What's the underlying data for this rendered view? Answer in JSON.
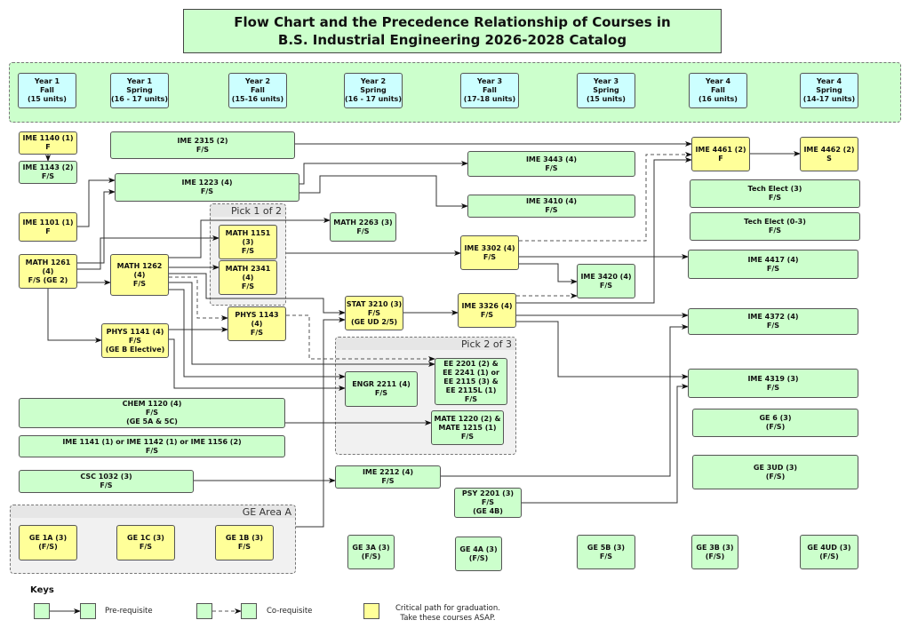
{
  "title": {
    "line1": "Flow Chart and the Precedence Relationship of Courses in",
    "line2": "B.S. Industrial Engineering 2026-2028 Catalog"
  },
  "terms": [
    {
      "year": "Year 1",
      "term": "Fall",
      "units": "(15 units)"
    },
    {
      "year": "Year 1",
      "term": "Spring",
      "units": "(16 - 17 units)"
    },
    {
      "year": "Year 2",
      "term": "Fall",
      "units": "(15-16 units)"
    },
    {
      "year": "Year 2",
      "term": "Spring",
      "units": "(16 - 17 units)"
    },
    {
      "year": "Year 3",
      "term": "Fall",
      "units": "(17-18 units)"
    },
    {
      "year": "Year 3",
      "term": "Spring",
      "units": "(15 units)"
    },
    {
      "year": "Year 4",
      "term": "Fall",
      "units": "(16 units)"
    },
    {
      "year": "Year 4",
      "term": "Spring",
      "units": "(14-17 units)"
    }
  ],
  "groups": {
    "pick1of2": "Pick 1 of 2",
    "pick2of3": "Pick 2 of 3",
    "geAreaA": "GE Area A"
  },
  "colors": {
    "regular": "#ccffcc",
    "critical": "#ffff99",
    "term": "#ccffff"
  },
  "courses": {
    "ime1140": {
      "lines": [
        "IME 1140 (1)",
        "F"
      ],
      "critical": true
    },
    "ime1143": {
      "lines": [
        "IME 1143 (2)",
        "F/S"
      ],
      "critical": false
    },
    "ime1101": {
      "lines": [
        "IME 1101 (1)",
        "F"
      ],
      "critical": true
    },
    "math1261": {
      "lines": [
        "MATH 1261 (4)",
        "F/S (GE 2)"
      ],
      "critical": true
    },
    "ime2315": {
      "lines": [
        "IME 2315 (2)",
        "F/S"
      ],
      "critical": false
    },
    "ime1223": {
      "lines": [
        "IME 1223 (4)",
        "F/S"
      ],
      "critical": false
    },
    "math1262": {
      "lines": [
        "MATH 1262 (4)",
        "F/S"
      ],
      "critical": true
    },
    "phys1141": {
      "lines": [
        "PHYS 1141 (4)",
        "F/S",
        "(GE B Elective)"
      ],
      "critical": true
    },
    "math1151": {
      "lines": [
        "MATH 1151 (3)",
        "F/S"
      ],
      "critical": true
    },
    "math2341": {
      "lines": [
        "MATH 2341 (4)",
        "F/S"
      ],
      "critical": true
    },
    "phys1143": {
      "lines": [
        "PHYS 1143 (4)",
        "F/S"
      ],
      "critical": true
    },
    "math2263": {
      "lines": [
        "MATH 2263 (3)",
        "F/S"
      ],
      "critical": false
    },
    "stat3210": {
      "lines": [
        "STAT 3210 (3)",
        "F/S",
        "(GE UD 2/5)"
      ],
      "critical": true
    },
    "engr2211": {
      "lines": [
        "ENGR 2211 (4)",
        "F/S"
      ],
      "critical": false
    },
    "ee2201": {
      "lines": [
        "EE 2201 (2) &",
        "EE 2241 (1) or",
        "EE 2115 (3) &",
        "EE 2115L (1)",
        "F/S"
      ],
      "critical": false
    },
    "mate1220": {
      "lines": [
        "MATE 1220 (2) &",
        "MATE 1215 (1)",
        "F/S"
      ],
      "critical": false
    },
    "chem1120": {
      "lines": [
        "CHEM 1120 (4)",
        "F/S",
        "(GE 5A & 5C)"
      ],
      "critical": false
    },
    "ime1141": {
      "lines": [
        "IME 1141 (1) or IME 1142 (1) or IME 1156 (2)",
        "F/S"
      ],
      "critical": false
    },
    "csc1032": {
      "lines": [
        "CSC 1032 (3)",
        "F/S"
      ],
      "critical": false
    },
    "ime2212": {
      "lines": [
        "IME 2212 (4)",
        "F/S"
      ],
      "critical": false
    },
    "psy2201": {
      "lines": [
        "PSY 2201 (3)",
        "F/S",
        "(GE 4B)"
      ],
      "critical": false
    },
    "ime3443": {
      "lines": [
        "IME 3443 (4)",
        "F/S"
      ],
      "critical": false
    },
    "ime3410": {
      "lines": [
        "IME 3410 (4)",
        "F/S"
      ],
      "critical": false
    },
    "ime3302": {
      "lines": [
        "IME 3302 (4)",
        "F/S"
      ],
      "critical": true
    },
    "ime3326": {
      "lines": [
        "IME 3326 (4)",
        "F/S"
      ],
      "critical": true
    },
    "ime3420": {
      "lines": [
        "IME 3420 (4)",
        "F/S"
      ],
      "critical": false
    },
    "ime4461": {
      "lines": [
        "IME 4461 (2)",
        "F"
      ],
      "critical": true
    },
    "ime4462": {
      "lines": [
        "IME 4462 (2)",
        "S"
      ],
      "critical": true
    },
    "techElect3": {
      "lines": [
        "Tech Elect (3)",
        "F/S"
      ],
      "critical": false
    },
    "techElect03": {
      "lines": [
        "Tech Elect (0-3)",
        "F/S"
      ],
      "critical": false
    },
    "ime4417": {
      "lines": [
        "IME 4417 (4)",
        "F/S"
      ],
      "critical": false
    },
    "ime4372": {
      "lines": [
        "IME 4372 (4)",
        "F/S"
      ],
      "critical": false
    },
    "ime4319": {
      "lines": [
        "IME 4319 (3)",
        "F/S"
      ],
      "critical": false
    },
    "ge6": {
      "lines": [
        "GE 6 (3)",
        "(F/S)"
      ],
      "critical": false
    },
    "ge3ud": {
      "lines": [
        "GE 3UD (3)",
        "(F/S)"
      ],
      "critical": false
    },
    "ge1a": {
      "lines": [
        "GE 1A (3)",
        "(F/S)"
      ],
      "critical": true
    },
    "ge1c": {
      "lines": [
        "GE 1C (3)",
        "F/S"
      ],
      "critical": true
    },
    "ge1b": {
      "lines": [
        "GE 1B (3)",
        "F/S"
      ],
      "critical": true
    },
    "ge3a": {
      "lines": [
        "GE 3A (3)",
        "(F/S)"
      ],
      "critical": false
    },
    "ge4a": {
      "lines": [
        "GE 4A (3)",
        "(F/S)"
      ],
      "critical": false
    },
    "ge5b": {
      "lines": [
        "GE 5B (3)",
        "F/S"
      ],
      "critical": false
    },
    "ge3b": {
      "lines": [
        "GE 3B (3)",
        "(F/S)"
      ],
      "critical": false
    },
    "ge4ud": {
      "lines": [
        "GE 4UD (3)",
        "(F/S)"
      ],
      "critical": false
    }
  },
  "relations": [
    {
      "from": "ime1140",
      "to": "ime1143",
      "type": "prerequisite"
    },
    {
      "from": "ime1101",
      "to": "ime1223",
      "type": "prerequisite"
    },
    {
      "from": "math1261",
      "to": "ime1223",
      "type": "prerequisite"
    },
    {
      "from": "math1261",
      "to": "math1151",
      "type": "prerequisite"
    },
    {
      "from": "math1261",
      "to": "math1262",
      "type": "prerequisite"
    },
    {
      "from": "math1261",
      "to": "phys1141",
      "type": "prerequisite"
    },
    {
      "from": "math1262",
      "to": "math2341",
      "type": "prerequisite"
    },
    {
      "from": "math1262",
      "to": "math2263",
      "type": "prerequisite"
    },
    {
      "from": "math1262",
      "to": "phys1143",
      "type": "corequisite"
    },
    {
      "from": "math1262",
      "to": "stat3210",
      "type": "prerequisite"
    },
    {
      "from": "math1262",
      "to": "ee2201",
      "type": "prerequisite"
    },
    {
      "from": "math1262",
      "to": "engr2211",
      "type": "prerequisite"
    },
    {
      "from": "phys1141",
      "to": "phys1143",
      "type": "prerequisite"
    },
    {
      "from": "phys1141",
      "to": "engr2211",
      "type": "prerequisite"
    },
    {
      "from": "phys1143",
      "to": "ee2201",
      "type": "corequisite"
    },
    {
      "from": "pick1of2",
      "to": "ime3302",
      "type": "prerequisite"
    },
    {
      "from": "ime2315",
      "to": "ime4461",
      "type": "prerequisite"
    },
    {
      "from": "ime1223",
      "to": "ime3443",
      "type": "prerequisite"
    },
    {
      "from": "ime1223",
      "to": "ime3410",
      "type": "prerequisite"
    },
    {
      "from": "stat3210",
      "to": "ime3326",
      "type": "prerequisite"
    },
    {
      "from": "ge_area_a",
      "to": "stat3210",
      "type": "prerequisite"
    },
    {
      "from": "chem1120",
      "to": "mate1220",
      "type": "prerequisite"
    },
    {
      "from": "csc1032",
      "to": "ime2212",
      "type": "prerequisite"
    },
    {
      "from": "ime3302",
      "to": "ime4461",
      "type": "corequisite"
    },
    {
      "from": "ime3302",
      "to": "ime4417",
      "type": "prerequisite"
    },
    {
      "from": "ime3302",
      "to": "ime3420",
      "type": "prerequisite"
    },
    {
      "from": "ime3326",
      "to": "ime3420",
      "type": "corequisite"
    },
    {
      "from": "ime3326",
      "to": "ime4461",
      "type": "prerequisite"
    },
    {
      "from": "ime3326",
      "to": "ime4372",
      "type": "prerequisite"
    },
    {
      "from": "ime3326",
      "to": "ime4319",
      "type": "prerequisite"
    },
    {
      "from": "ime2212",
      "to": "ime4372",
      "type": "prerequisite"
    },
    {
      "from": "psy2201",
      "to": "ime4319",
      "type": "prerequisite"
    },
    {
      "from": "ime4461",
      "to": "ime4462",
      "type": "prerequisite"
    }
  ],
  "keys": {
    "title": "Keys",
    "prerequisite": "Pre-requisite",
    "corequisite": "Co-requisite",
    "critical_line1": "Critical path for graduation.",
    "critical_line2": "Take these courses ASAP."
  }
}
